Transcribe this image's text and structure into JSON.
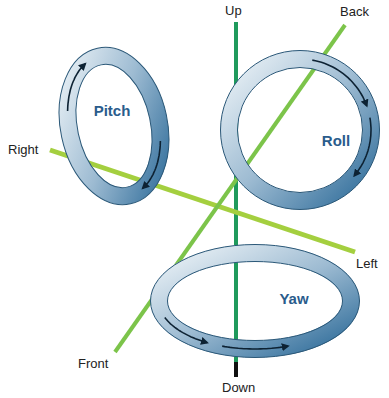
{
  "diagram": {
    "nodes": [
      {
        "text": [
          "Pitch"
        ]
      },
      {
        "text": [
          "Roll"
        ]
      },
      {
        "text": [
          "Yaw"
        ]
      }
    ],
    "labels": [
      "Up",
      "Back",
      "Right",
      "Left",
      "Front",
      "Down"
    ]
  }
}
